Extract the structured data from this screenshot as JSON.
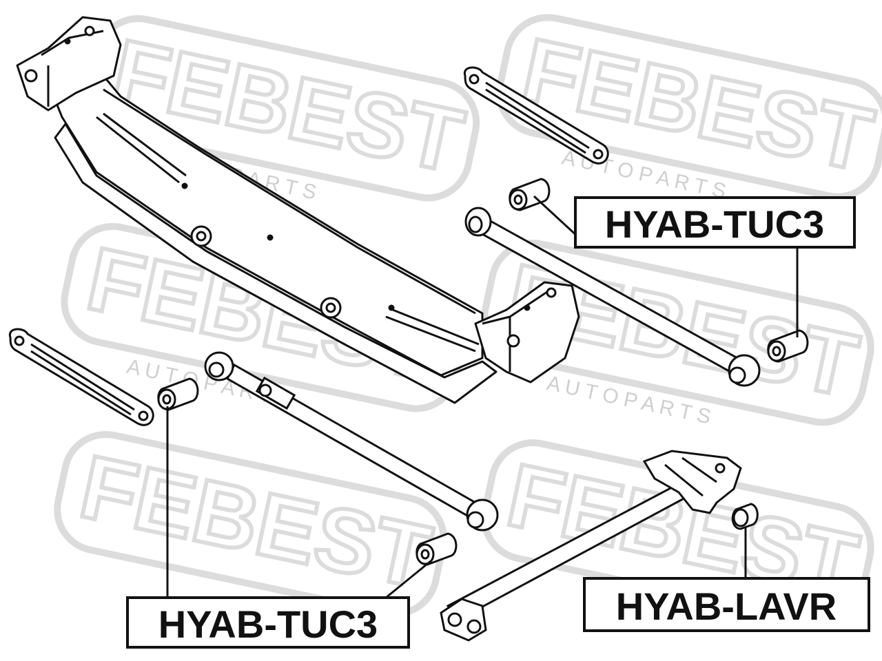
{
  "watermark": {
    "brand": "FEBEST",
    "sub": "A U T O   P A R T S",
    "color": "#dcdcdc"
  },
  "colors": {
    "line": "#111111",
    "fill": "#ffffff",
    "shade": "#e9e9e9"
  },
  "callouts": [
    {
      "id": "top-right",
      "text": "HYAB-TUC3"
    },
    {
      "id": "bottom-left",
      "text": "HYAB-TUC3"
    },
    {
      "id": "bottom-right",
      "text": "HYAB-LAVR"
    }
  ]
}
